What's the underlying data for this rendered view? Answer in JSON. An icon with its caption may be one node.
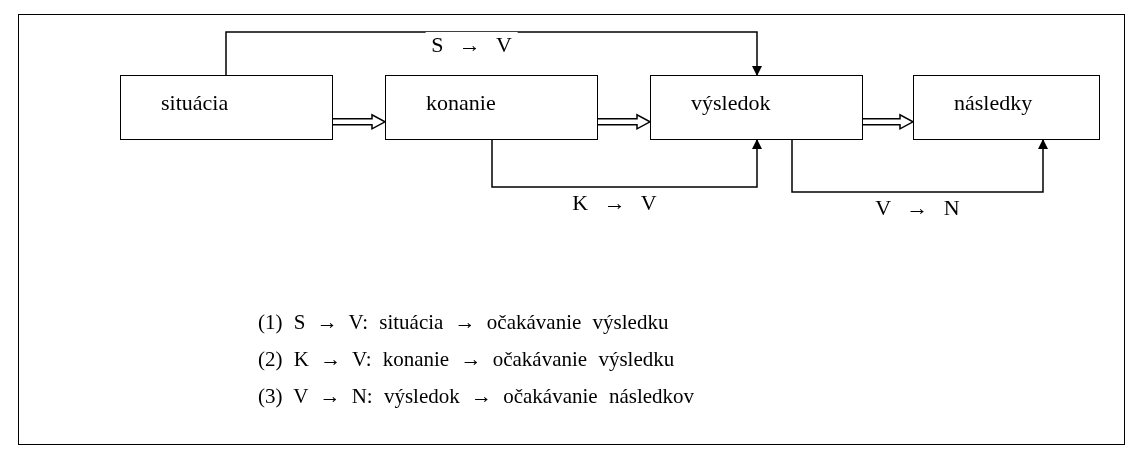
{
  "diagram": {
    "nodes": [
      {
        "text": [
          "situácia"
        ]
      },
      {
        "text": [
          "konanie"
        ]
      },
      {
        "text": [
          "výsledok"
        ]
      },
      {
        "text": [
          "následky"
        ]
      }
    ],
    "edges": [
      {
        "from": 0,
        "to": 1,
        "arrow": "to",
        "style": "thick"
      },
      {
        "from": 1,
        "to": 2,
        "arrow": "to",
        "style": "thick"
      },
      {
        "from": 2,
        "to": 3,
        "arrow": "to",
        "style": "thick"
      },
      {
        "from": 0,
        "to": 2,
        "arrow": "to",
        "label": "S → V"
      },
      {
        "from": 1,
        "to": 2,
        "arrow": "to",
        "label": "K → V"
      },
      {
        "from": 2,
        "to": 3,
        "arrow": "to",
        "label": "V → N"
      }
    ],
    "labels": [
      "(1) S → V: situácia → očakávanie výsledku",
      "(2) K → V: konanie → očakávanie výsledku",
      "(3) V → N: výsledok → očakávanie následkov"
    ]
  }
}
